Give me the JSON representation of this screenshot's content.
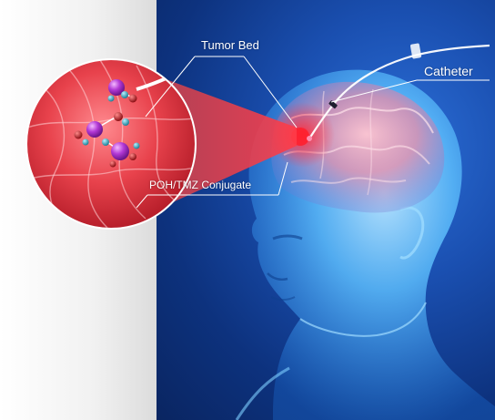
{
  "labels": {
    "tumor_bed": "Tumor Bed",
    "catheter": "Catheter",
    "conjugate": "POH/TMZ Conjugate"
  },
  "colors": {
    "background_blue": "#123f99",
    "tissue_red": "#e84a55",
    "molecule_purple": "#b339d6",
    "molecule_teal": "#2aa6b8",
    "molecule_red": "#c0171f",
    "head_cyan": "#5fc2ff"
  },
  "icons": [
    "molecule-icon"
  ]
}
